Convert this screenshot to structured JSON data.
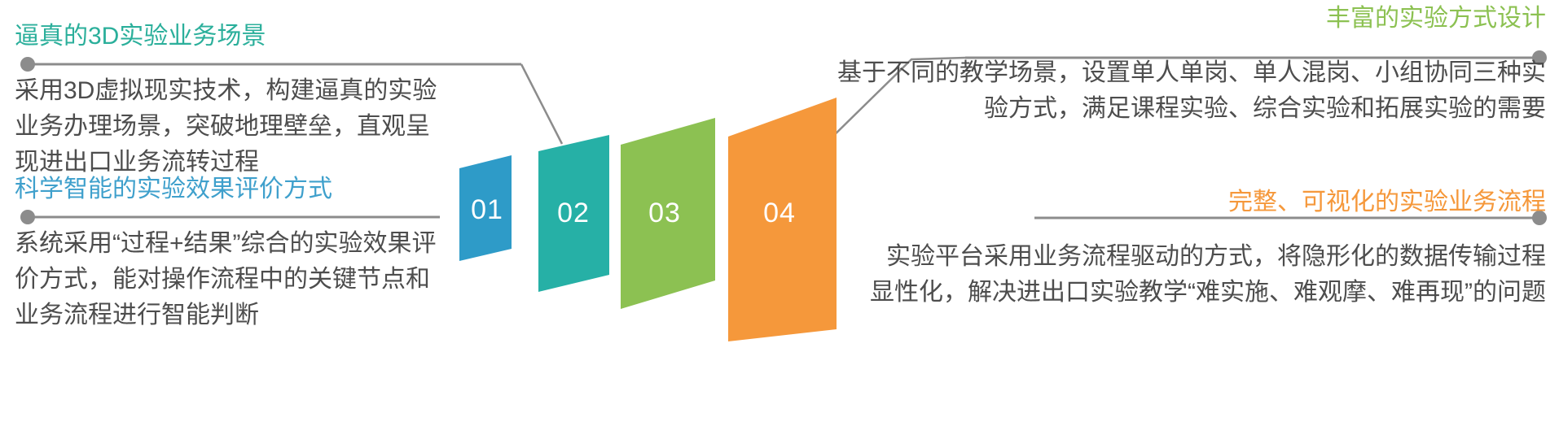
{
  "meta": {
    "colors": {
      "step1": "#2E9BC8",
      "step2": "#26B0A6",
      "step3": "#8CC152",
      "step4": "#F5983B",
      "rule": "#8C8C8C",
      "dot": "#8C8C8C",
      "body_text": "#4d4d4d"
    }
  },
  "blocks": [
    {
      "id": "realistic-3d-scene",
      "title": "逼真的3D实验业务场景",
      "title_color": "#2BAF9B",
      "body": "采用3D虚拟现实技术，构建逼真的实验业务办理场景，突破地理壁垒，直观呈现进出口业务流转过程",
      "align": "left"
    },
    {
      "id": "evaluation-method",
      "title": "科学智能的实验效果评价方式",
      "title_color": "#3FA0CC",
      "body": "系统采用“过程+结果”综合的实验效果评价方式，能对操作流程中的关键节点和业务流程进行智能判断",
      "align": "left"
    },
    {
      "id": "experiment-mode-design",
      "title": "丰富的实验方式设计",
      "title_color": "#8CC152",
      "body": "基于不同的教学场景，设置单人单岗、单人混岗、小组协同三种实验方式，满足课程实验、综合实验和拓展实验的需要",
      "align": "right"
    },
    {
      "id": "visual-business-process",
      "title": "完整、可视化的实验业务流程",
      "title_color": "#F5983B",
      "body": "实验平台采用业务流程驱动的方式，将隐形化的数据传输过程显性化，解决进出口实验教学“难实施、难观摩、难再现”的问题",
      "align": "right"
    }
  ],
  "steps": [
    {
      "label": "01",
      "color": "#2E9BC8"
    },
    {
      "label": "02",
      "color": "#26B0A6"
    },
    {
      "label": "03",
      "color": "#8CC152"
    },
    {
      "label": "04",
      "color": "#F5983B"
    }
  ]
}
